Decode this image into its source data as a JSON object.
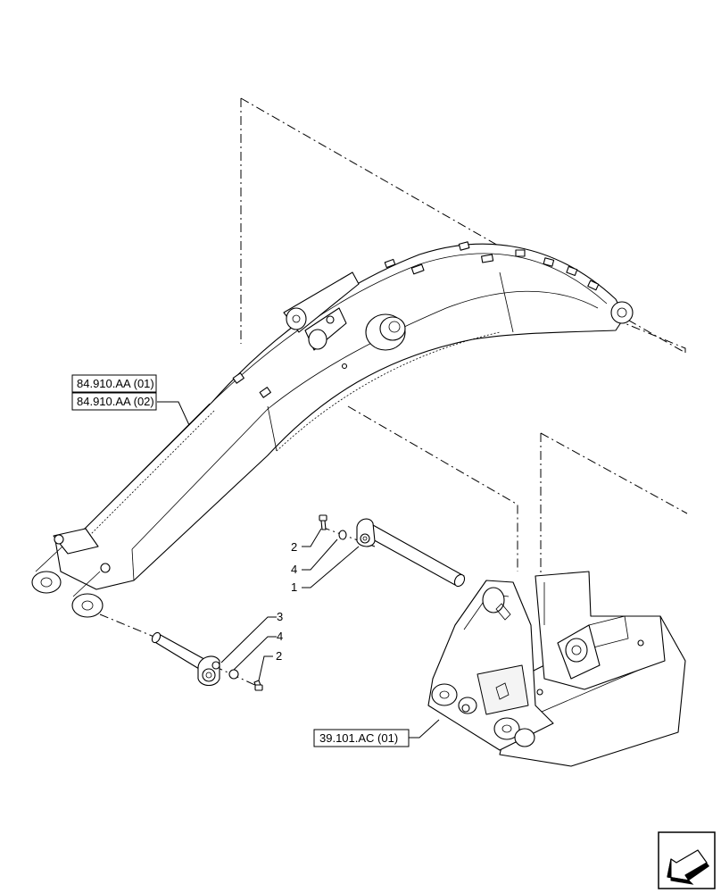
{
  "references": {
    "boom_ref_1": "84.910.AA (01)",
    "boom_ref_2": "84.910.AA (02)",
    "frame_ref": "39.101.AC (01)"
  },
  "callouts": {
    "upper_group": [
      "2",
      "4",
      "1"
    ],
    "lower_group": [
      "3",
      "4",
      "2"
    ]
  },
  "icons": {
    "corner": "direction-arrow-icon"
  }
}
